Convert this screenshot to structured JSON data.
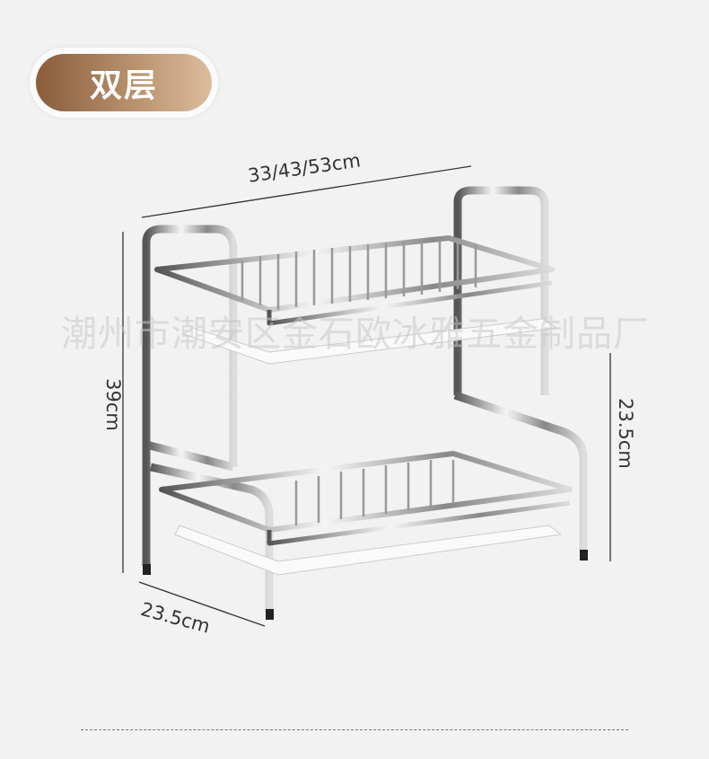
{
  "badge": {
    "label": "双层",
    "gradient": [
      "#8a5c3a",
      "#dcbd9c"
    ]
  },
  "dimensions": {
    "width": "33/43/53cm",
    "height": "39cm",
    "tier_height": "23.5cm",
    "depth": "23.5cm"
  },
  "watermark": "潮州市潮安区金石欧冰雅五金制品厂",
  "product": {
    "name-icon": "two-tier-dish-rack-image"
  }
}
